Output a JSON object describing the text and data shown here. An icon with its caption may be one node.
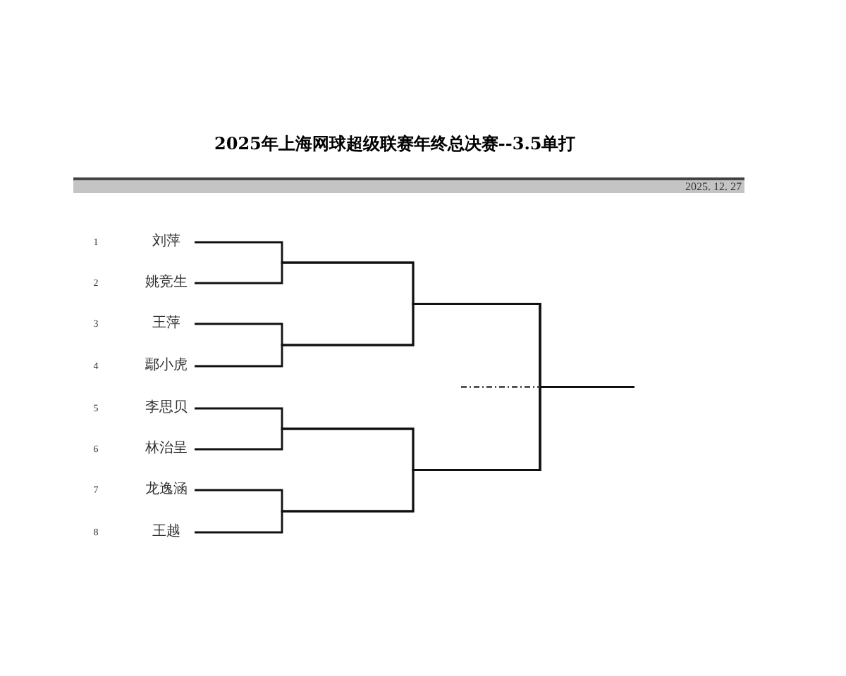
{
  "diagram": {
    "title": "2025年上海网球超级联赛年终总决赛--3.5单打",
    "nodes": [
      {
        "text": [
          "刘萍"
        ]
      },
      {
        "text": [
          "姚竞生"
        ]
      },
      {
        "text": [
          "王萍"
        ]
      },
      {
        "text": [
          "鄢小虎"
        ]
      },
      {
        "text": [
          "李思贝"
        ]
      },
      {
        "text": [
          "林治呈"
        ]
      },
      {
        "text": [
          "龙逸涵"
        ]
      },
      {
        "text": [
          "王越"
        ]
      }
    ],
    "edges": [
      {
        "from": 0,
        "to": null,
        "arrow": "none"
      },
      {
        "from": 1,
        "to": null,
        "arrow": "none"
      },
      {
        "from": 2,
        "to": null,
        "arrow": "none"
      },
      {
        "from": 3,
        "to": null,
        "arrow": "none"
      },
      {
        "from": 4,
        "to": null,
        "arrow": "none"
      },
      {
        "from": 5,
        "to": null,
        "arrow": "none"
      },
      {
        "from": 6,
        "to": null,
        "arrow": "none"
      },
      {
        "from": 7,
        "to": null,
        "arrow": "none"
      }
    ],
    "labels": [
      "2025. 12. 27",
      "1",
      "2",
      "3",
      "4",
      "5",
      "6",
      "7",
      "8"
    ]
  }
}
